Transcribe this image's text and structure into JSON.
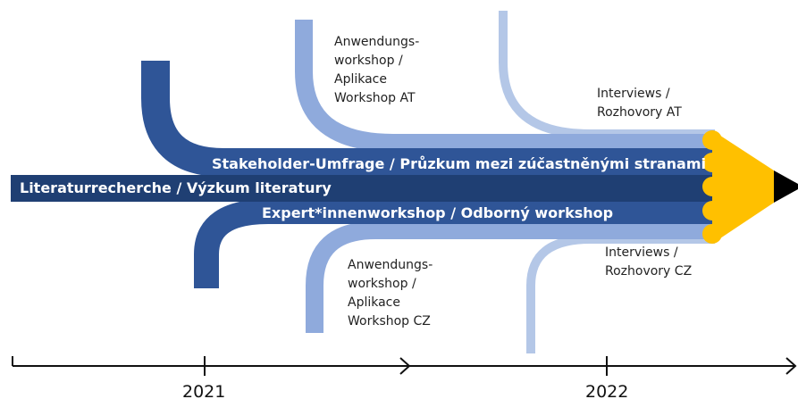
{
  "colors": {
    "dark_band": "#1f3f73",
    "mid_band": "#2f5597",
    "light_band": "#8faadc",
    "lighter_stream": "#b4c7e7",
    "pencil_tip": "#ffc000",
    "pencil_lead": "#000000"
  },
  "bands": {
    "literature": "Literaturrecherche / Výzkum literatury",
    "stakeholder": "Stakeholder-Umfrage / Průzkum mezi zúčastněnými stranami",
    "expert": "Expert*innenworkshop / Odborný workshop"
  },
  "notes": {
    "workshop_at": "Anwendungs-\nworkshop /\nAplikace\nWorkshop AT",
    "interviews_at": "Interviews /\nRozhovory AT",
    "workshop_cz": "Anwendungs-\nworkshop /\nAplikace\nWorkshop CZ",
    "interviews_cz": "Interviews /\nRozhovory CZ"
  },
  "timeline": {
    "year_1": "2021",
    "year_2": "2022"
  }
}
